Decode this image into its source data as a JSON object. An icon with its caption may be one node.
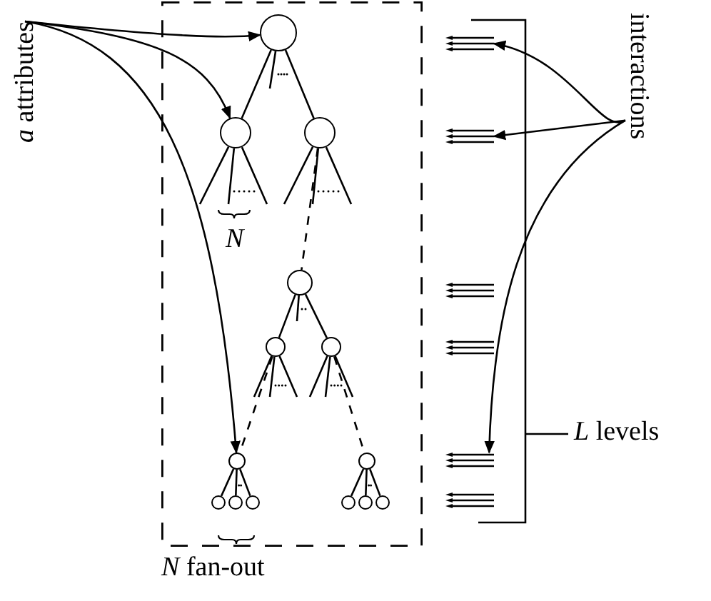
{
  "diagram": {
    "nodes": [
      {
        "text": [
          "*a* attributes"
        ]
      },
      {
        "text": [
          "interactions"
        ]
      },
      {
        "text": [],
        "shape": "box",
        "beside": [
          "*N* fan-out"
        ]
      },
      {
        "text": [],
        "shape": "circle",
        "in": 2
      },
      {
        "text": [],
        "shape": "circle",
        "in": 2
      },
      {
        "text": [],
        "shape": "circle",
        "in": 2
      },
      {
        "text": [],
        "shape": "circle",
        "in": 2
      },
      {
        "text": [],
        "shape": "circle",
        "in": 2
      },
      {
        "text": [],
        "shape": "circle",
        "in": 2
      },
      {
        "text": [],
        "shape": "circle",
        "in": 2
      },
      {
        "text": [],
        "shape": "circle",
        "in": 2
      },
      {
        "text": [],
        "shape": "circle",
        "in": 2
      },
      {
        "text": [],
        "shape": "circle",
        "in": 2
      },
      {
        "text": [],
        "shape": "circle",
        "in": 2
      },
      {
        "text": [],
        "shape": "circle",
        "in": 2
      },
      {
        "text": [],
        "shape": "circle",
        "in": 2
      },
      {
        "text": [],
        "shape": "circle",
        "in": 2
      },
      {
        "text": [],
        "shape": "arrows"
      },
      {
        "text": [],
        "shape": "arrows"
      },
      {
        "text": [],
        "shape": "arrows"
      },
      {
        "text": [],
        "shape": "arrows"
      },
      {
        "text": [],
        "shape": "arrows"
      },
      {
        "text": [],
        "shape": "arrows"
      }
    ],
    "edges": [
      {
        "from": 0,
        "to": 3,
        "arrow": "to"
      },
      {
        "from": 0,
        "to": 4,
        "arrow": "to"
      },
      {
        "from": 0,
        "to": 9,
        "arrow": "to"
      },
      {
        "from": 1,
        "to": 17,
        "arrow": "to"
      },
      {
        "from": 1,
        "to": 18,
        "arrow": "to"
      },
      {
        "from": 1,
        "to": 21,
        "arrow": "to"
      },
      {
        "from": 3,
        "to": 4,
        "arrow": "none"
      },
      {
        "from": 3,
        "to": 5,
        "arrow": "none"
      },
      {
        "from": 5,
        "to": 6,
        "arrow": "none",
        "style": "dashed"
      },
      {
        "from": 6,
        "to": 7,
        "arrow": "none"
      },
      {
        "from": 6,
        "to": 8,
        "arrow": "none"
      },
      {
        "from": 7,
        "to": 9,
        "arrow": "none",
        "style": "dashed"
      },
      {
        "from": 8,
        "to": 10,
        "arrow": "none",
        "style": "dashed"
      },
      {
        "from": 9,
        "to": 11,
        "arrow": "none"
      },
      {
        "from": 9,
        "to": 12,
        "arrow": "none"
      },
      {
        "from": 9,
        "to": 13,
        "arrow": "none"
      },
      {
        "from": 10,
        "to": 14,
        "arrow": "none"
      },
      {
        "from": 10,
        "to": 15,
        "arrow": "none"
      },
      {
        "from": 10,
        "to": 16,
        "arrow": "none"
      },
      {
        "from": 3,
        "to": null,
        "arrow": "none"
      },
      {
        "from": 4,
        "to": null,
        "arrow": "none"
      },
      {
        "from": 4,
        "to": null,
        "arrow": "none"
      },
      {
        "from": 4,
        "to": null,
        "arrow": "none"
      },
      {
        "from": 5,
        "to": null,
        "arrow": "none"
      },
      {
        "from": 5,
        "to": null,
        "arrow": "none"
      },
      {
        "from": 5,
        "to": null,
        "arrow": "none"
      },
      {
        "from": 6,
        "to": null,
        "arrow": "none"
      },
      {
        "from": 7,
        "to": null,
        "arrow": "none"
      },
      {
        "from": 7,
        "to": null,
        "arrow": "none"
      },
      {
        "from": 7,
        "to": null,
        "arrow": "none"
      },
      {
        "from": 8,
        "to": null,
        "arrow": "none"
      },
      {
        "from": 8,
        "to": null,
        "arrow": "none"
      },
      {
        "from": 8,
        "to": null,
        "arrow": "none"
      }
    ],
    "labels": [
      "*N*",
      "*L* levels"
    ]
  }
}
